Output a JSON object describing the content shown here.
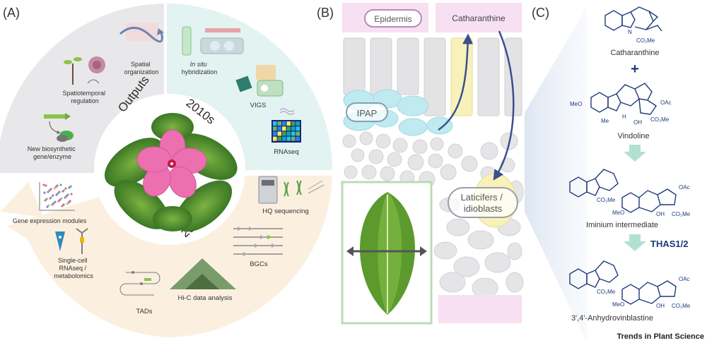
{
  "panel_a": {
    "panel_label": "(A)",
    "ring_labels": {
      "outputs": "Outputs",
      "decade_2010s": "2010s",
      "decade_2020s": "2020s"
    },
    "outputs": {
      "spatial_organization": [
        "Spatial",
        "organization"
      ],
      "spatiotemporal_regulation": [
        "Spatiotemporal",
        "regulation"
      ],
      "new_gene_enzyme": [
        "New biosynthetic",
        "gene/enzyme"
      ]
    },
    "methods_2010s": {
      "in_situ_hybridization": [
        "In situ",
        "hybridization"
      ],
      "vigs": "VIGS",
      "rnaseq": "RNAseq"
    },
    "methods_2020s": {
      "hq_sequencing": "HQ sequencing",
      "bgcs": "BGCs",
      "hic": "Hi-C data analysis",
      "tads": "TADs",
      "single_cell": [
        "Single-cell",
        "RNAseq /",
        "metabolomics"
      ],
      "gene_expression_modules": "Gene expression modules"
    }
  },
  "panel_b": {
    "panel_label": "(B)",
    "labels": {
      "epidermis": "Epidermis",
      "catharanthine": "Catharanthine",
      "ipap": "IPAP",
      "laticifers": [
        "Laticifers /",
        "idioblasts"
      ]
    }
  },
  "panel_c": {
    "panel_label": "(C)",
    "compounds": {
      "catharanthine": "Catharanthine",
      "plus": "+",
      "vindoline": "Vindoline",
      "iminium": "Iminium intermediate",
      "anhydrovinblastine": "3',4'-Anhydrovinblastine"
    },
    "enzyme": "THAS1/2",
    "groups": {
      "co2me": "CO₂Me",
      "oac": "OAc",
      "meo": "MeO",
      "oh": "OH",
      "h": "H",
      "n": "N",
      "me": "Me"
    }
  },
  "journal": "Trends in Plant Science",
  "colors": {
    "gray_quadrant": "#e8e8ea",
    "teal_quadrant": "#e2f3f1",
    "cream_quadrant": "#fbf0e0",
    "epidermis_pink": "#f7e0f1",
    "ipap_cyan": "#bfeaf0",
    "laticifer_yellow": "#f8f1ba",
    "arrow_blue": "#3b4f8c",
    "chem_blue": "#1f3a7a",
    "green_arrow": "#b3e0d3"
  }
}
